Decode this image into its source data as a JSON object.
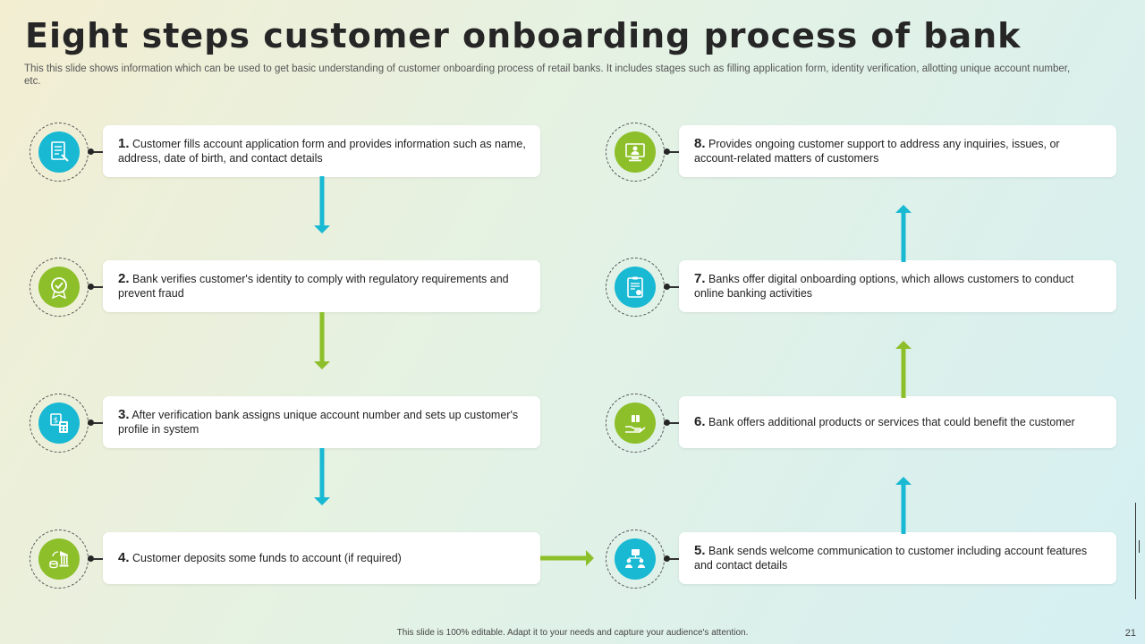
{
  "title": "Eight steps customer onboarding process of bank",
  "subtitle": "This this slide shows information which can be used to get basic understanding of customer onboarding process of retail banks. It includes stages such as filling application form, identity verification, allotting unique account number, etc.",
  "colors": {
    "blue": "#19b9d3",
    "green": "#8dbf2a"
  },
  "steps": [
    {
      "num": "1.",
      "text": "Customer fills account application form and provides information such as name, address, date of birth, and contact details",
      "icon": "application-form-icon",
      "color": "blue"
    },
    {
      "num": "2.",
      "text": "Bank verifies customer's identity to comply with regulatory requirements and prevent fraud",
      "icon": "verified-badge-icon",
      "color": "green"
    },
    {
      "num": "3.",
      "text": "After verification bank assigns unique account number and sets up customer's profile in system",
      "icon": "account-calculator-icon",
      "color": "blue"
    },
    {
      "num": "4.",
      "text": "Customer deposits some funds to account (if required)",
      "icon": "deposit-bank-icon",
      "color": "green"
    },
    {
      "num": "5.",
      "text": "Bank sends welcome communication to customer including account features and contact details",
      "icon": "communication-network-icon",
      "color": "blue"
    },
    {
      "num": "6.",
      "text": "Bank offers additional products or services that could benefit the customer",
      "icon": "offer-hand-icon",
      "color": "green"
    },
    {
      "num": "7.",
      "text": "Banks offer digital onboarding options, which allows customers to conduct online banking activities",
      "icon": "digital-onboarding-icon",
      "color": "blue"
    },
    {
      "num": "8.",
      "text": "Provides ongoing customer support to address any inquiries, issues, or account-related matters of customers",
      "icon": "support-monitor-icon",
      "color": "green"
    }
  ],
  "footer": "This slide is 100% editable. Adapt it to your needs and capture your audience's attention.",
  "page_number": "21"
}
